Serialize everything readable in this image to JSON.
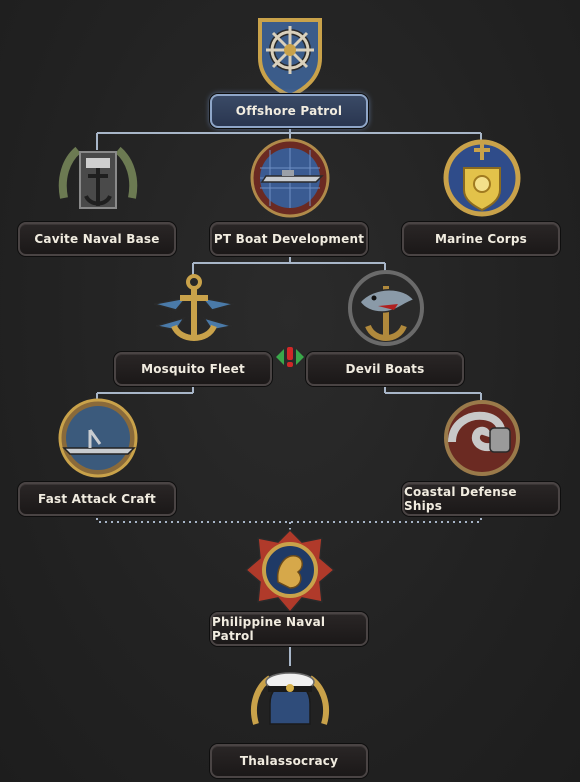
{
  "focuses": {
    "offshore_patrol": {
      "label": "Offshore Patrol",
      "icon": "ship-wheel-shield-icon",
      "completed": true
    },
    "cavite_naval_base": {
      "label": "Cavite Naval Base",
      "icon": "naval-base-anchor-icon",
      "completed": false
    },
    "pt_boat_development": {
      "label": "PT Boat Development",
      "icon": "pt-boat-blueprint-icon",
      "completed": false
    },
    "marine_corps": {
      "label": "Marine Corps",
      "icon": "marine-anchor-badge-icon",
      "completed": false
    },
    "mosquito_fleet": {
      "label": "Mosquito Fleet",
      "icon": "mosquito-anchor-icon",
      "completed": false
    },
    "devil_boats": {
      "label": "Devil Boats",
      "icon": "shark-anchor-icon",
      "completed": false
    },
    "fast_attack_craft": {
      "label": "Fast Attack Craft",
      "icon": "torpedo-boat-icon",
      "completed": false
    },
    "coastal_defense_ships": {
      "label": "Coastal Defense Ships",
      "icon": "coastal-gun-icon",
      "completed": false
    },
    "philippine_naval_patrol": {
      "label": "Philippine Naval Patrol",
      "icon": "sea-lion-emblem-icon",
      "completed": false
    },
    "thalassocracy": {
      "label": "Thalassocracy",
      "icon": "admiral-cap-icon",
      "completed": false
    }
  },
  "mutual_exclusion": {
    "icon": "mutually-exclusive-icon",
    "between": [
      "Mosquito Fleet",
      "Devil Boats"
    ]
  },
  "colors": {
    "link": "#a8b6c8",
    "completed_border": "#8fa6c8",
    "label_text": "#f1ece0"
  }
}
